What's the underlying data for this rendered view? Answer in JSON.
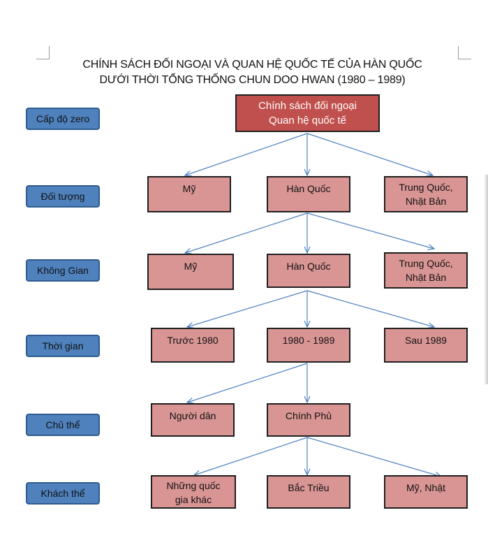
{
  "title": {
    "line1": "CHÍNH SÁCH ĐỐI NGOẠI VÀ QUAN HỆ QUỐC TẾ CỦA HÀN QUỐC",
    "line2": "DƯỚI THỜI TỔNG THỐNG CHUN DOO HWAN (1980 – 1989)"
  },
  "root": {
    "line1": "Chính sách đối ngoại",
    "line2": "Quan hệ quốc tế"
  },
  "levels": [
    "Cấp độ zero",
    "Đối tượng",
    "Không Gian",
    "Thời gian",
    "Chủ thể",
    "Khách  thể"
  ],
  "rows": {
    "doi_tuong": [
      {
        "line1": "Mỹ",
        "line2": ""
      },
      {
        "line1": "Hàn Quốc",
        "line2": ""
      },
      {
        "line1": "Trung Quốc,",
        "line2": "Nhật Bản"
      }
    ],
    "khong_gian": [
      {
        "line1": "Mỹ",
        "line2": ""
      },
      {
        "line1": "Hàn Quốc",
        "line2": ""
      },
      {
        "line1": "Trung Quốc,",
        "line2": "Nhật Bản"
      }
    ],
    "thoi_gian": [
      {
        "line1": "Trước 1980",
        "line2": ""
      },
      {
        "line1": "1980 - 1989",
        "line2": ""
      },
      {
        "line1": "Sau 1989",
        "line2": ""
      }
    ],
    "chu_the": [
      {
        "line1": "Người dân",
        "line2": ""
      },
      {
        "line1": "Chính Phủ",
        "line2": ""
      }
    ],
    "khach_the": [
      {
        "line1": "Những quốc",
        "line2": "gia khác"
      },
      {
        "line1": "Bắc Triều",
        "line2": ""
      },
      {
        "line1": "Mỹ, Nhật",
        "line2": ""
      }
    ]
  },
  "colors": {
    "level_fill": "#4f81bd",
    "root_fill": "#c0504d",
    "node_fill": "#d99594",
    "arrow": "#4f81bd"
  }
}
